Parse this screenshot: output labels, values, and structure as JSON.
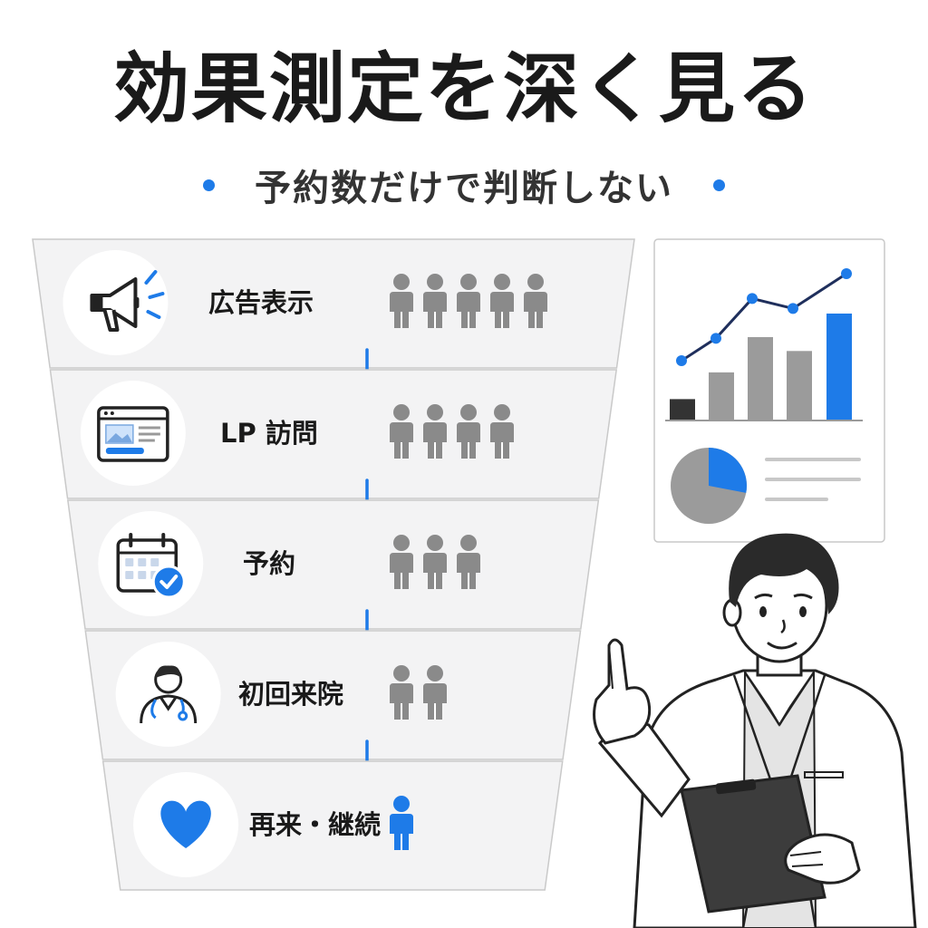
{
  "title": "効果測定を深く見る",
  "subtitle": "予約数だけで判断しない",
  "colors": {
    "accent": "#1e7be8",
    "person": "#8a8a8a",
    "panel_bg": "#f3f3f4",
    "panel_border": "#c9c9c9",
    "bar_gray": "#9b9b9b"
  },
  "funnel": {
    "stages": [
      {
        "label": "広告表示",
        "icon": "megaphone-icon",
        "count": 5
      },
      {
        "label": "LP 訪問",
        "icon": "webpage-icon",
        "count": 4
      },
      {
        "label": "予約",
        "icon": "calendar-check-icon",
        "count": 3
      },
      {
        "label": "初回来院",
        "icon": "doctor-icon",
        "count": 2
      },
      {
        "label": "再来・継続",
        "icon": "heart-icon",
        "count": 1
      }
    ]
  },
  "dashboard": {
    "bar_values": [
      0.2,
      0.45,
      0.78,
      0.65,
      1.0
    ],
    "line_values": [
      0.3,
      0.48,
      0.8,
      0.72,
      1.0
    ],
    "pie_fraction": 0.28
  }
}
